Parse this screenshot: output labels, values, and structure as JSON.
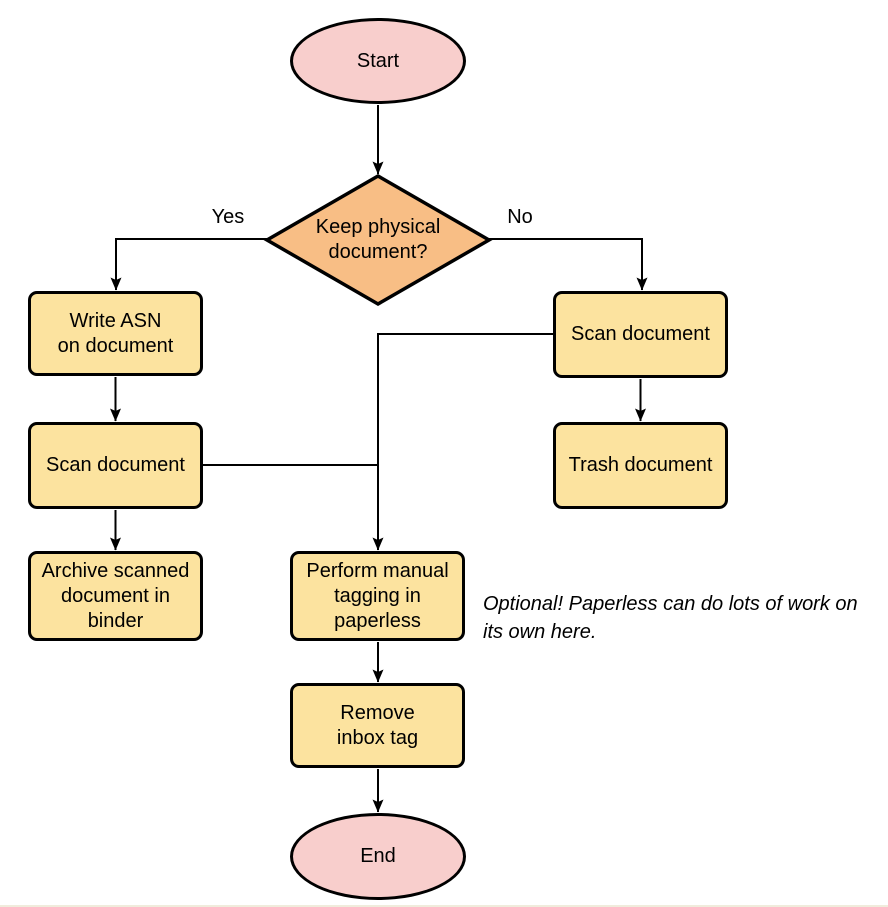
{
  "colors": {
    "terminator_fill": "#F8CECC",
    "decision_fill": "#F8BE85",
    "process_fill": "#FCE39F",
    "stroke": "#000000",
    "text": "#000000"
  },
  "nodes": {
    "start": {
      "label": "Start"
    },
    "decision": {
      "label": "Keep physical\ndocument?"
    },
    "write_asn": {
      "label": "Write ASN\non document"
    },
    "scan_left": {
      "label": "Scan document"
    },
    "archive": {
      "label": "Archive scanned\ndocument in\nbinder"
    },
    "scan_right": {
      "label": "Scan document"
    },
    "trash": {
      "label": "Trash document"
    },
    "tagging": {
      "label": "Perform manual\ntagging in\npaperless"
    },
    "remove_inbox": {
      "label": "Remove\ninbox tag"
    },
    "end": {
      "label": "End"
    }
  },
  "edge_labels": {
    "yes": "Yes",
    "no": "No"
  },
  "annotation": "Optional! Paperless can do lots of work on\nits own here."
}
